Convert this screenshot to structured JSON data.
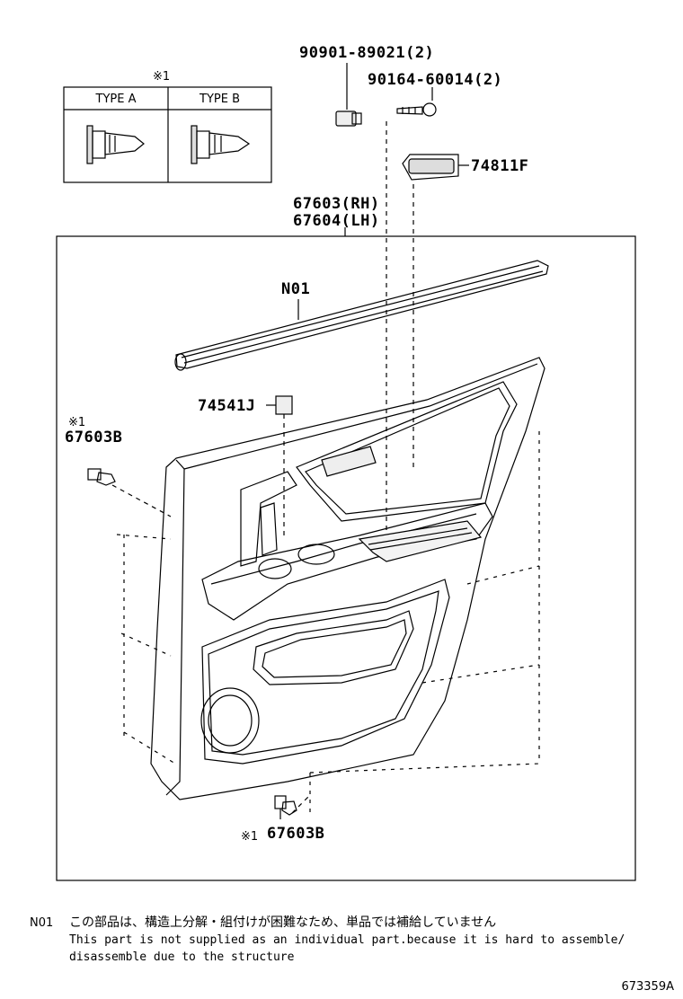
{
  "inset": {
    "marker": "※1",
    "type_a": "TYPE A",
    "type_b": "TYPE B"
  },
  "callouts": {
    "clip_90901": "90901-89021(2)",
    "screw_90164": "90164-60014(2)",
    "handle_74811": "74811F",
    "board_rh": "67603(RH)",
    "board_lh": "67604(LH)",
    "n01": "N01",
    "switch_74541": "74541J",
    "clip_top_marker": "※1",
    "clip_top": "67603B",
    "clip_bottom_marker": "※1",
    "clip_bottom": "67603B"
  },
  "note": {
    "code": "N01",
    "jp": "この部品は、構造上分解・組付けが困難なため、単品では補給していません",
    "en_line1": "This part is not supplied as an individual part.because it is hard to assemble/",
    "en_line2": "disassemble due to the structure"
  },
  "drawing_id": "673359A"
}
